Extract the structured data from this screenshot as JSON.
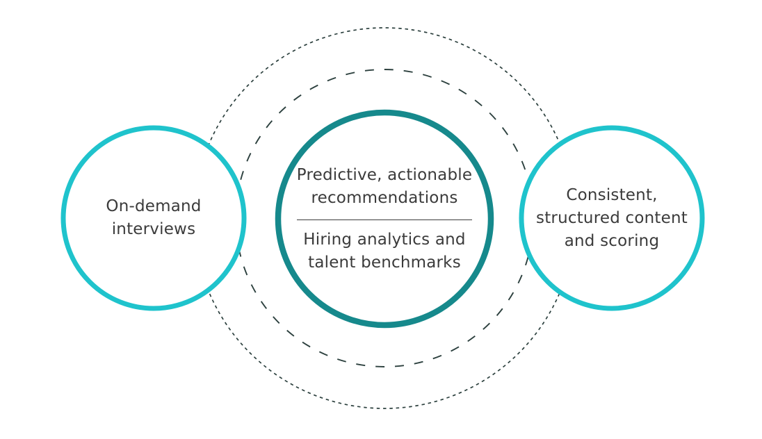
{
  "diagram": {
    "title_hint": "concentric capability diagram",
    "left_circle": {
      "lines": [
        "On-demand",
        "interviews"
      ]
    },
    "center_circle": {
      "top_lines": [
        "Predictive, actionable",
        "recommendations"
      ],
      "bottom_lines": [
        "Hiring analytics and",
        "talent benchmarks"
      ]
    },
    "right_circle": {
      "lines": [
        "Consistent,",
        "structured content",
        "and scoring"
      ]
    }
  },
  "colors": {
    "cyan_accent": "#1FC3CC",
    "teal_accent": "#16898C",
    "dash_stroke": "#2C403E",
    "text": "#3B3B3B",
    "background": "#FFFFFF"
  }
}
